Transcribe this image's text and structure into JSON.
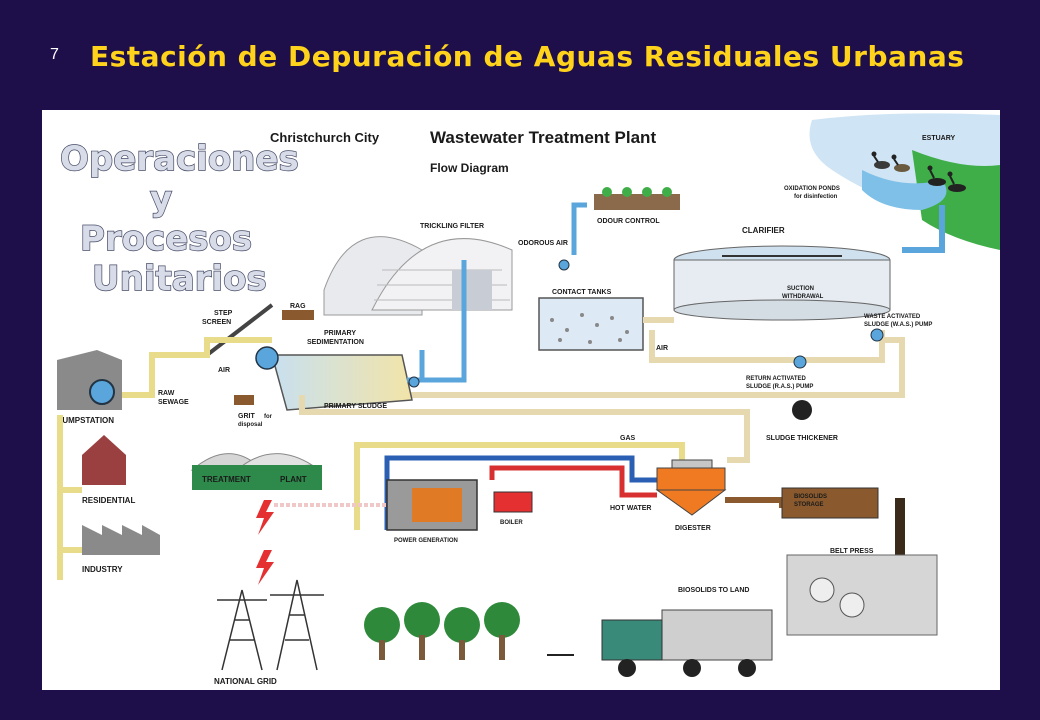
{
  "slide": {
    "number": "7",
    "title": "Estación de Depuración de Aguas Residuales Urbanas"
  },
  "overlay": {
    "line1": "Operaciones",
    "line2": "y",
    "line3": "Procesos",
    "line4": "Unitarios"
  },
  "header": {
    "city": "Christchurch City",
    "title": "Wastewater Treatment Plant",
    "subtitle": "Flow Diagram"
  },
  "labels": {
    "estuary": "ESTUARY",
    "oxidation1": "OXIDATION PONDS",
    "oxidation2": "for disinfection",
    "odour": "ODOUR CONTROL",
    "trickling": "TRICKLING FILTER",
    "odorous_air": "ODOROUS AIR",
    "clarifier": "CLARIFIER",
    "contact": "CONTACT TANKS",
    "suction1": "SUCTION",
    "suction2": "WITHDRAWAL",
    "was1": "WASTE ACTIVATED",
    "was2": "SLUDGE (W.A.S.) PUMP",
    "rag": "RAG",
    "step1": "STEP",
    "step2": "SCREEN",
    "primary1": "PRIMARY",
    "primary2": "SEDIMENTATION",
    "air1": "AIR",
    "air2": "AIR",
    "ras1": "RETURN ACTIVATED",
    "ras2": "SLUDGE (R.A.S.) PUMP",
    "raw1": "RAW",
    "raw2": "SEWAGE",
    "pumpstation": "PUMPSTATION",
    "primary_sludge": "PRIMARY SLUDGE",
    "grit1": "GRIT",
    "grit2": "for",
    "grit3": "disposal",
    "thickener": "SLUDGE THICKENER",
    "gas": "GAS",
    "treatment": "TREATMENT",
    "plant": "PLANT",
    "residential": "RESIDENTIAL",
    "boiler": "BOILER",
    "hot_water": "HOT WATER",
    "digester": "DIGESTER",
    "biosolids1": "BIOSOLIDS",
    "biosolids2": "STORAGE",
    "power": "POWER GENERATION",
    "industry": "INDUSTRY",
    "belt_press": "BELT PRESS",
    "to_land": "BIOSOLIDS TO LAND",
    "grid": "NATIONAL GRID"
  },
  "colors": {
    "background": "#1e0f4a",
    "title": "#ffd21c",
    "sewage_pipe": "#e8dc8a",
    "water_pipe": "#5aa6dc",
    "sludge_pipe": "#e6d9b0",
    "gas_pipe": "#2a5fb4",
    "hot_pipe": "#d83030",
    "digester": "#f07a22",
    "biosolids": "#8a5a2e",
    "building": "#9a4040"
  },
  "icons": [
    "pump-icon",
    "factory-icon",
    "house-icon",
    "pylon-icon",
    "truck-icon",
    "tree-icon",
    "bird-icon",
    "lightning-icon"
  ]
}
